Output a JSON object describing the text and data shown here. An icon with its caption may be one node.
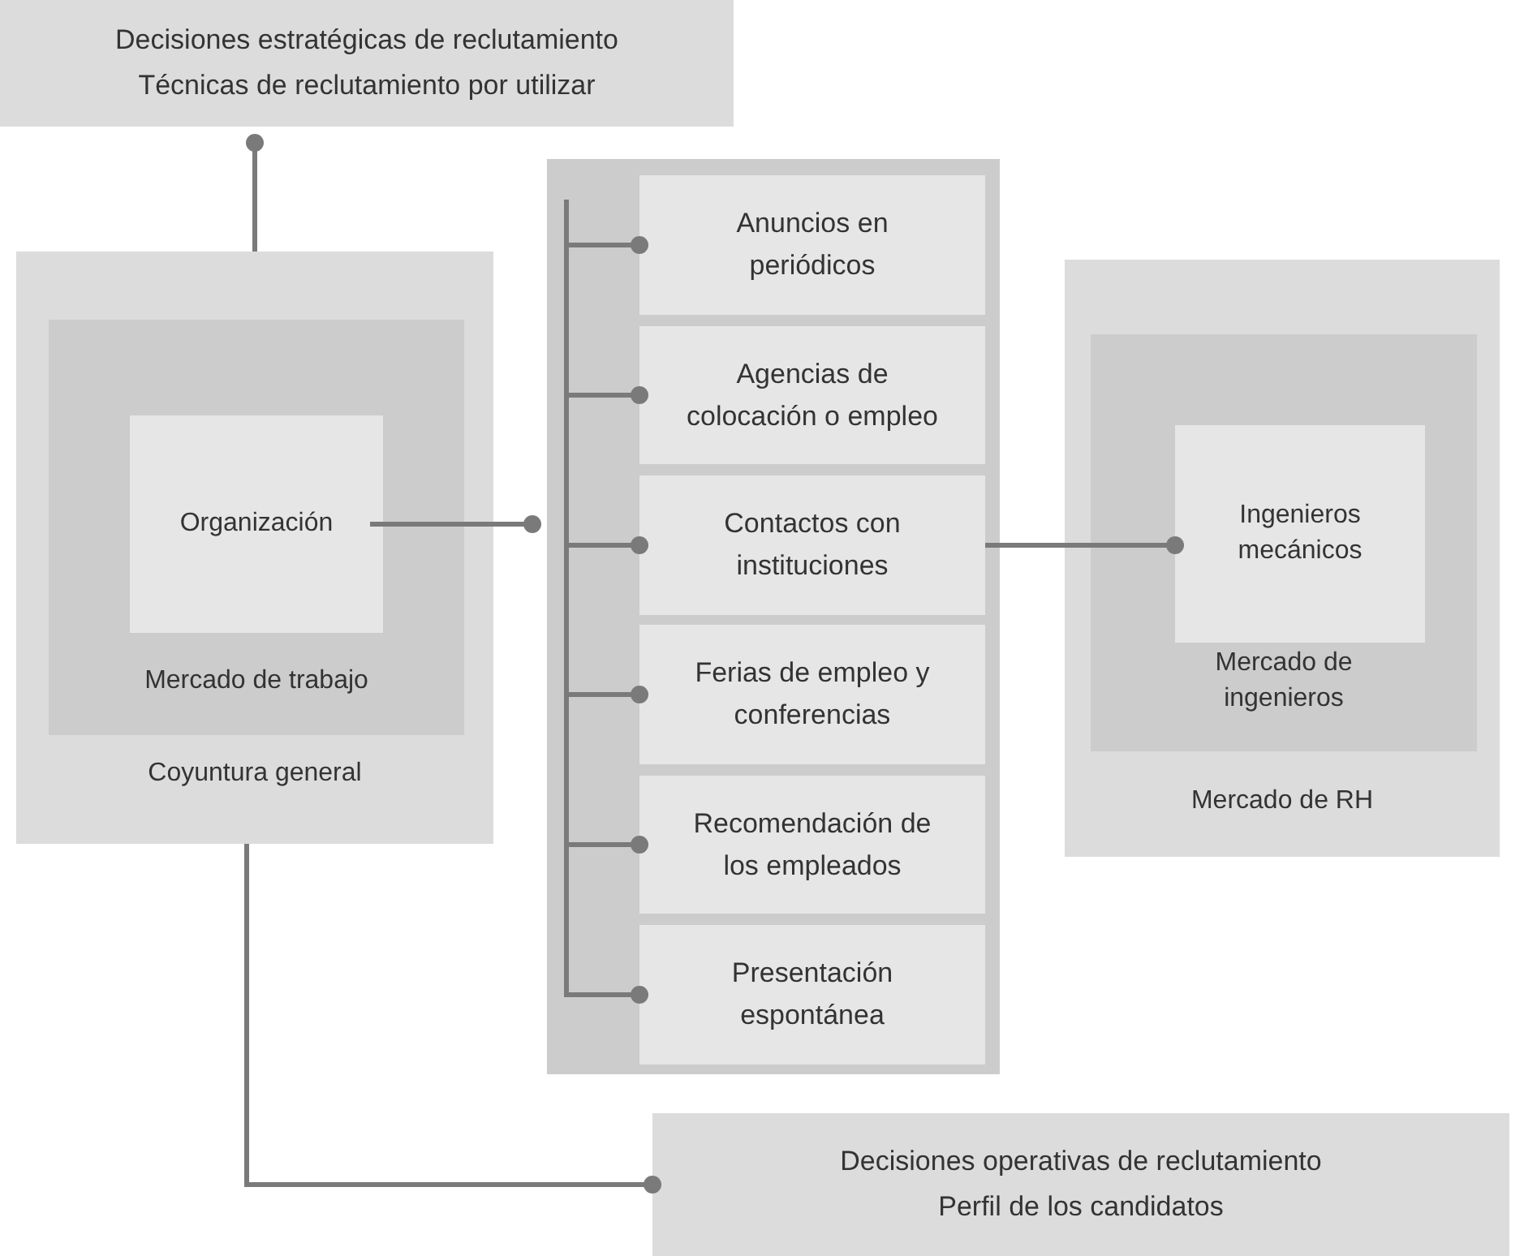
{
  "diagram": {
    "nodes": [
      {
        "text": [
          "Decisiones estratégicas de reclutamiento",
          "Técnicas de reclutamiento por utilizar"
        ]
      },
      {
        "text": [
          "Coyuntura general"
        ]
      },
      {
        "text": [
          "Mercado de trabajo"
        ],
        "in": 1
      },
      {
        "text": [
          "Organización"
        ],
        "in": 2
      },
      {
        "text": [],
        "shape": "box"
      },
      {
        "text": [
          "Anuncios en periódicos"
        ],
        "in": 4
      },
      {
        "text": [
          "Agencias de colocación o empleo"
        ],
        "in": 4
      },
      {
        "text": [
          "Contactos con instituciones"
        ],
        "in": 4
      },
      {
        "text": [
          "Ferias de empleo y conferencias"
        ],
        "in": 4
      },
      {
        "text": [
          "Recomendación de los empleados"
        ],
        "in": 4
      },
      {
        "text": [
          "Presentación espontánea"
        ],
        "in": 4
      },
      {
        "text": [
          "Mercado de RH"
        ]
      },
      {
        "text": [
          "Mercado de ingenieros"
        ],
        "in": 11
      },
      {
        "text": [
          "Ingenieros mecánicos"
        ],
        "in": 12
      },
      {
        "text": [
          "Decisiones operativas de reclutamiento",
          "Perfil de los candidatos"
        ]
      }
    ],
    "edges": [
      {
        "from": 1,
        "to": 0,
        "arrow": "other"
      },
      {
        "from": 3,
        "to": 4,
        "arrow": "other"
      },
      {
        "from": 4,
        "to": 5,
        "arrow": "other"
      },
      {
        "from": 4,
        "to": 6,
        "arrow": "other"
      },
      {
        "from": 4,
        "to": 7,
        "arrow": "other"
      },
      {
        "from": 4,
        "to": 8,
        "arrow": "other"
      },
      {
        "from": 4,
        "to": 9,
        "arrow": "other"
      },
      {
        "from": 4,
        "to": 10,
        "arrow": "other"
      },
      {
        "from": 7,
        "to": 13,
        "arrow": "other"
      },
      {
        "from": 1,
        "to": 14,
        "arrow": "other"
      }
    ]
  }
}
